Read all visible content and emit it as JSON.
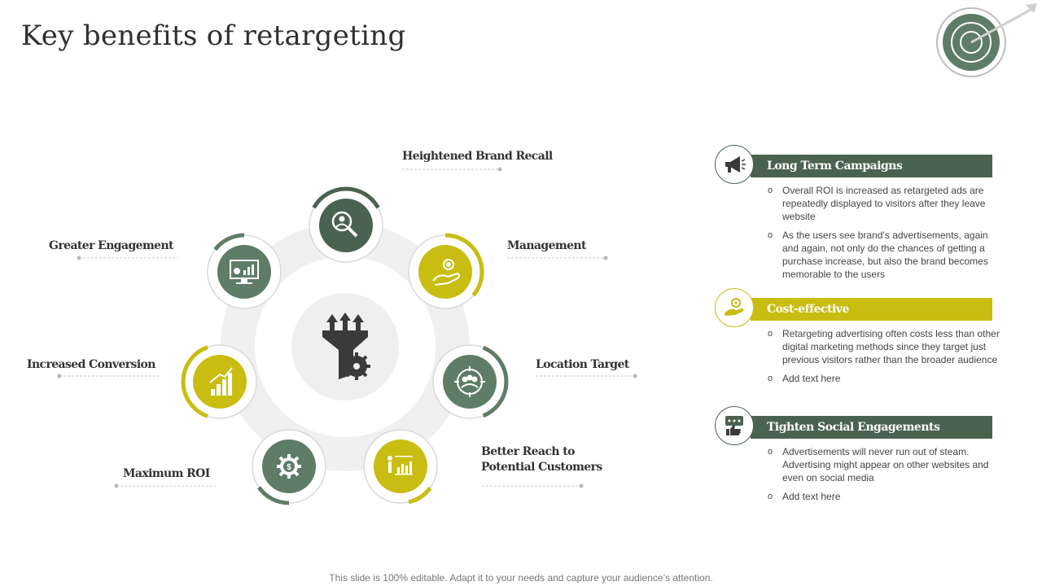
{
  "title": "Key benefits of retargeting",
  "colors": {
    "dark_green": "#4a6350",
    "mid_green": "#5e7c66",
    "gold": "#c9bd12",
    "ring_bg": "#f0f0f0"
  },
  "center_icon": "funnel-gear-icon",
  "benefits": [
    {
      "label": "Heightened Brand Recall",
      "icon": "search-user-icon",
      "color": "dark_green"
    },
    {
      "label": "Management",
      "icon": "hand-gear-icon",
      "color": "gold"
    },
    {
      "label": "Location Target",
      "icon": "target-people-icon",
      "color": "mid_green"
    },
    {
      "label": "Better Reach to Potential Customers",
      "icon": "presentation-chart-icon",
      "color": "gold"
    },
    {
      "label": "Maximum ROI",
      "icon": "dollar-gear-icon",
      "color": "mid_green"
    },
    {
      "label": "Increased Conversion",
      "icon": "bar-chart-growth-icon",
      "color": "gold"
    },
    {
      "label": "Greater Engagement",
      "icon": "monitor-dashboard-icon",
      "color": "mid_green"
    }
  ],
  "panel": [
    {
      "heading": "Long Term Campaigns",
      "icon": "megaphone-icon",
      "color": "dark_green",
      "bullets": [
        "Overall ROI is increased as retargeted ads are repeatedly displayed to visitors after they leave website",
        "As the users see brand’s advertisements, again and again, not only do the chances of getting a purchase increase, but also the brand becomes memorable to the users"
      ]
    },
    {
      "heading": "Cost-effective",
      "icon": "hand-gear-icon",
      "color": "gold",
      "bullets": [
        "Retargeting advertising often costs less than other digital marketing methods since they target just previous visitors rather than the broader audience",
        "Add text here"
      ]
    },
    {
      "heading": "Tighten Social Engagements",
      "icon": "chat-thumbs-up-icon",
      "color": "dark_green",
      "bullets": [
        "Advertisements will never run out of steam. Advertising might appear on other websites and even on social media",
        "Add text here"
      ]
    }
  ],
  "footer": "This slide is 100% editable. Adapt it to your needs and capture your audience’s attention."
}
